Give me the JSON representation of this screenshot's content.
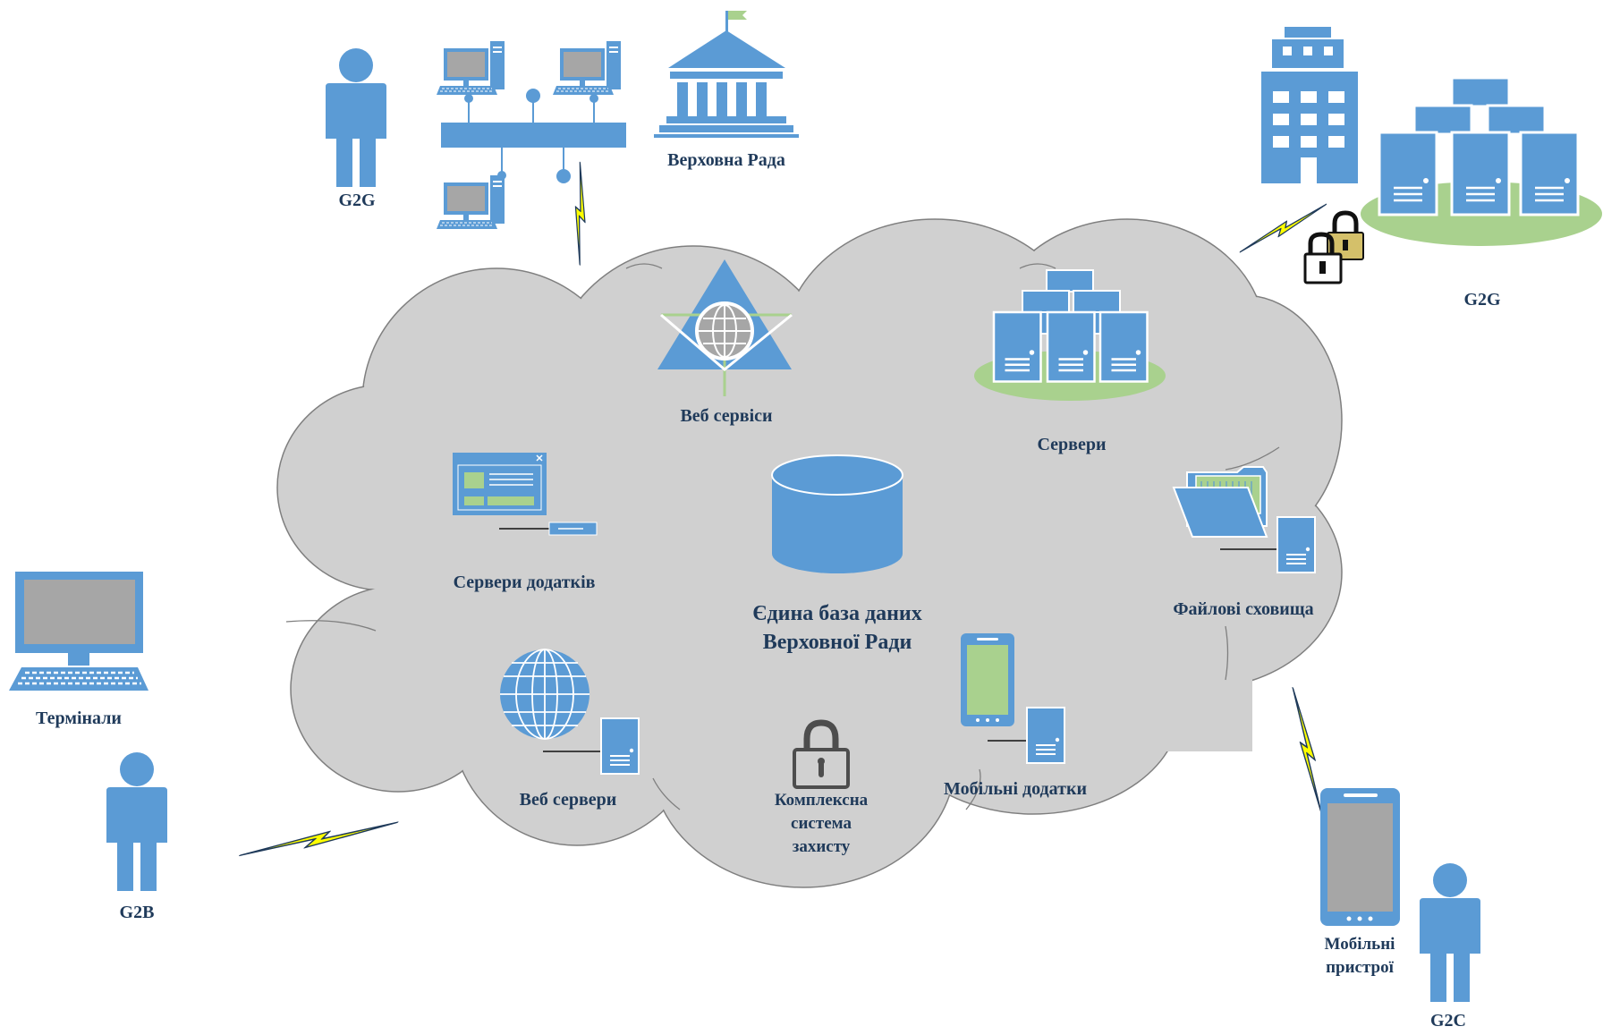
{
  "colors": {
    "icon_blue": "#5b9bd5",
    "cloud_fill": "#d0d0d0",
    "cloud_stroke": "#7f7f7f",
    "label_navy": "#1f3a5a",
    "accent_green": "#a9d18e",
    "lightning_yellow": "#ffff00",
    "screen_gray": "#a6a6a6"
  },
  "labels": {
    "g2g_top_left": "G2G",
    "verkhovna_rada": "Верховна Рада",
    "g2g_top_right": "G2G",
    "terminals": "Термінали",
    "g2b": "G2B",
    "mobile_devices_line1": "Мобільні",
    "mobile_devices_line2": "пристрої",
    "g2c": "G2C"
  },
  "cloud": {
    "web_services": "Веб сервіси",
    "servers": "Сервери",
    "app_servers": "Сервери додатків",
    "database_line1": "Єдина база даних",
    "database_line2": "Верховної Ради",
    "file_storage": "Файлові сховища",
    "web_servers": "Веб сервери",
    "security_line1": "Комплексна",
    "security_line2": "система",
    "security_line3": "захисту",
    "mobile_apps": "Мобільні додатки"
  }
}
